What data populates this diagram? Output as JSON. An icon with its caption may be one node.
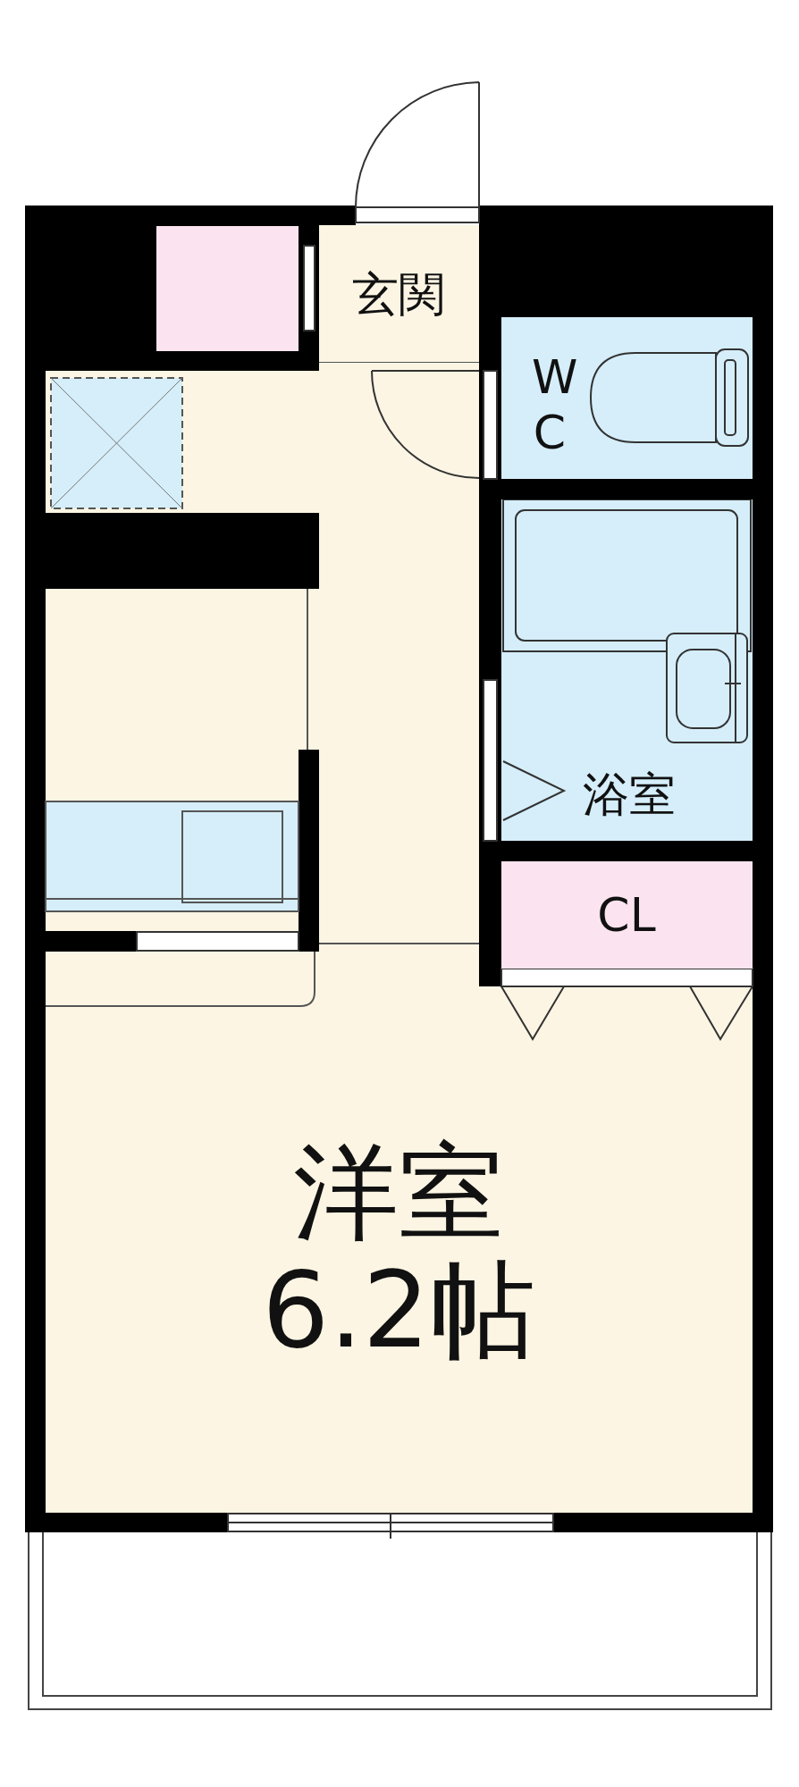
{
  "diagram": {
    "nodes": [
      {
        "text": [
          "玄関"
        ]
      },
      {
        "text": [
          "W C"
        ]
      },
      {
        "text": [
          "浴室"
        ]
      },
      {
        "text": [
          "CL"
        ]
      },
      {
        "text": [
          "洋室",
          "6.2帖"
        ]
      }
    ]
  }
}
